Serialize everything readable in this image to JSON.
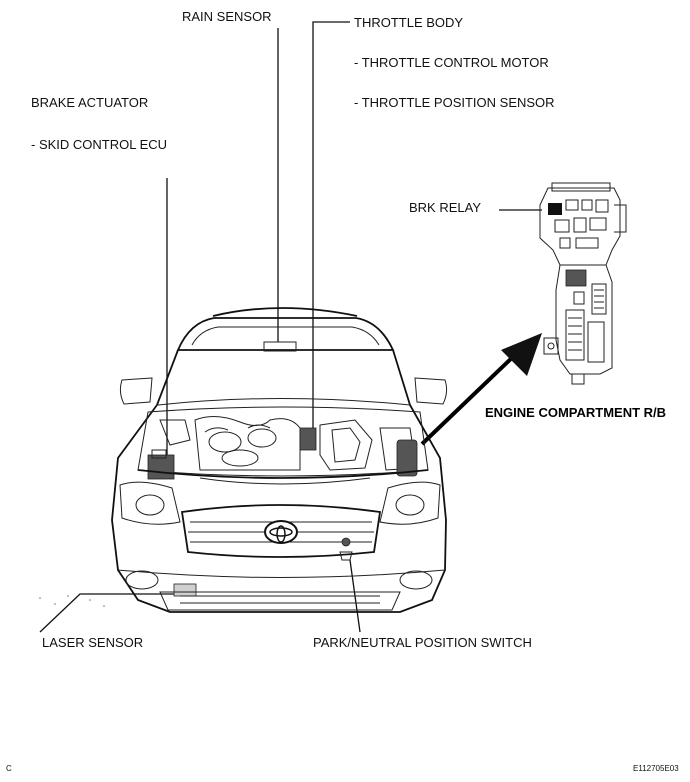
{
  "labels": {
    "rain_sensor": "RAIN SENSOR",
    "throttle_body": "THROTTLE BODY",
    "throttle_control_motor": "- THROTTLE CONTROL MOTOR",
    "throttle_position_sensor": "- THROTTLE POSITION SENSOR",
    "brake_actuator": "BRAKE ACTUATOR",
    "skid_control_ecu": "- SKID CONTROL ECU",
    "brk_relay": "BRK RELAY",
    "engine_compartment_rb": "ENGINE COMPARTMENT R/B",
    "laser_sensor": "LASER SENSOR",
    "park_neutral_switch": "PARK/NEUTRAL POSITION SWITCH"
  },
  "footer": {
    "corner_letter": "C",
    "figure_id": "E112705E03"
  }
}
